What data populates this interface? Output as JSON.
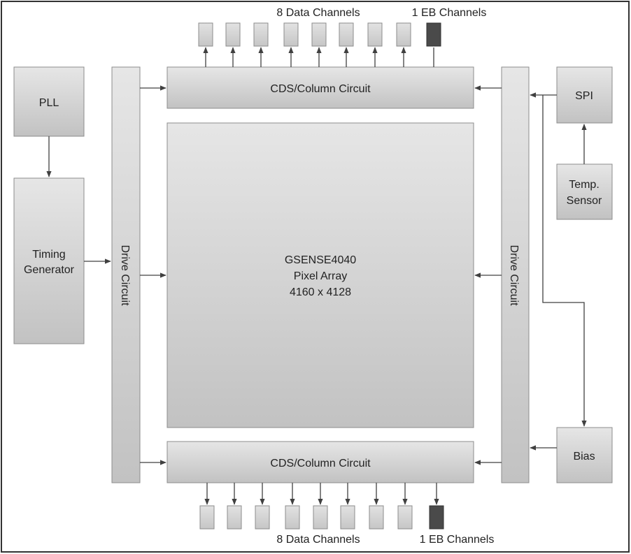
{
  "blocks": {
    "pll": "PLL",
    "timing_line1": "Timing",
    "timing_line2": "Generator",
    "drive_left": "Drive Circuit",
    "drive_right": "Drive Circuit",
    "cds_top": "CDS/Column Circuit",
    "cds_bottom": "CDS/Column Circuit",
    "array_line1": "GSENSE4040",
    "array_line2": "Pixel Array",
    "array_line3": "4160 x 4128",
    "spi": "SPI",
    "temp_line1": "Temp.",
    "temp_line2": "Sensor",
    "bias": "Bias"
  },
  "channels": {
    "top_data": "8  Data Channels",
    "top_eb": "1  EB Channels",
    "bottom_data": "8 Data Channels",
    "bottom_eb": "1  EB Channels",
    "data_count": 8,
    "eb_count": 1
  },
  "colors": {
    "block_light": "#e4e4e4",
    "block_dark": "#c4c4c4",
    "eb_pin": "#4a4a4a",
    "line": "#404040"
  }
}
